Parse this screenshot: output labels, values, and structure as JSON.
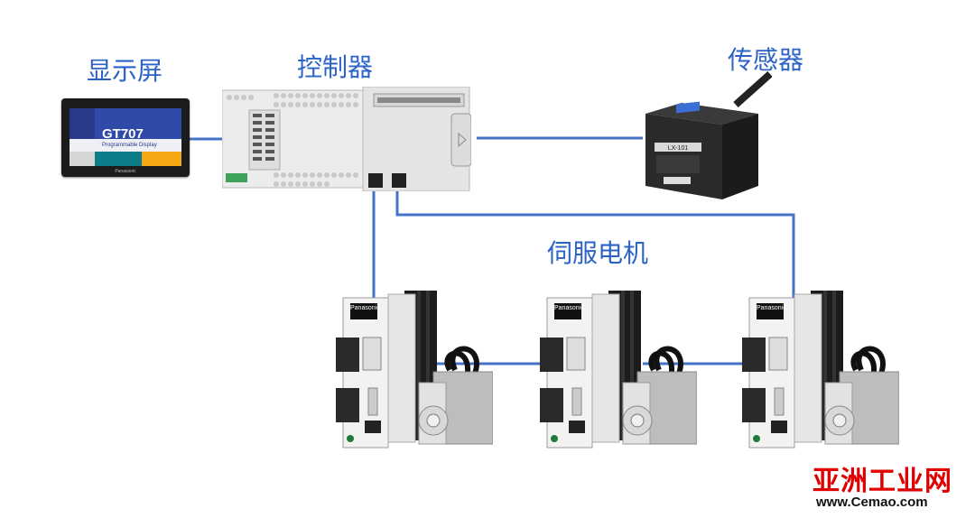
{
  "labels": {
    "display": "显示屏",
    "controller": "控制器",
    "sensor": "传感器",
    "servo": "伺服电机"
  },
  "hmi": {
    "model": "GT707",
    "subtitle": "Programmable Display",
    "brand": "Panasonic"
  },
  "sensor_device": {
    "model": "LX-101"
  },
  "servo_units": [
    {
      "brand": "Panasonic"
    },
    {
      "brand": "Panasonic"
    },
    {
      "brand": "Panasonic"
    }
  ],
  "watermark": {
    "site_cn": "亚洲工业网",
    "site_url": "www.Cemao.com"
  },
  "colors": {
    "label": "#2b63c6",
    "wire": "#4472c4",
    "watermark": "#e00000"
  }
}
